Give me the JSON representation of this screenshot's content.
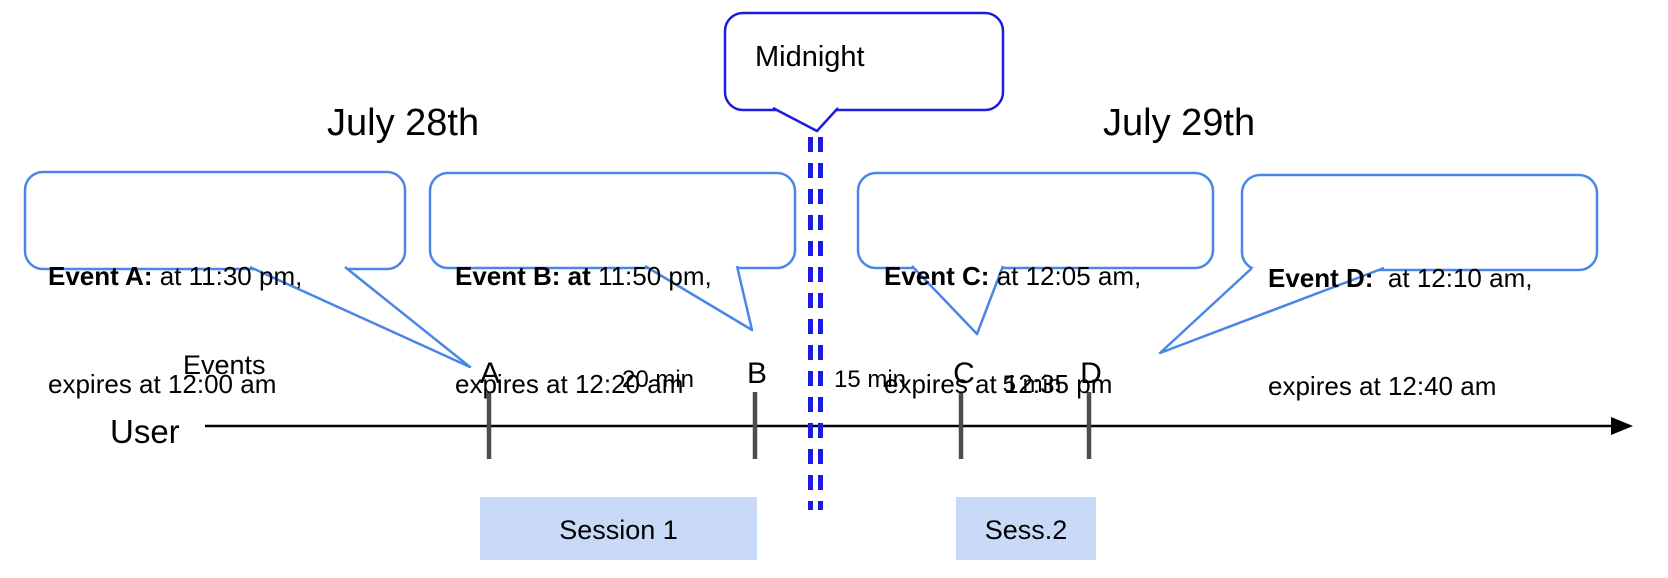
{
  "dates": {
    "left": "July 28th",
    "right": "July 29th"
  },
  "midnight": {
    "label": "Midnight"
  },
  "axis": {
    "events_label": "Events",
    "user_label": "User"
  },
  "callouts": [
    {
      "tick_label": "A",
      "bold": "Event A:",
      "line1_rest": " at 11:30 pm,",
      "line2": "expires at 12:00 am"
    },
    {
      "tick_label": "B",
      "bold": "Event B: at",
      "line1_rest": " 11:50 pm,",
      "line2": "expires at 12:20 am"
    },
    {
      "tick_label": "C",
      "bold": "Event C:",
      "line1_rest": " at 12:05 am,",
      "line2": "expires at 12:35 pm"
    },
    {
      "tick_label": "D",
      "bold": "Event D:",
      "line1_rest": "  at 12:10 am,",
      "line2": "expires at 12:40 am"
    }
  ],
  "intervals": {
    "ab": "20 min",
    "bc": "15 min",
    "cd": "5 min"
  },
  "sessions": {
    "first": "Session 1",
    "second": "Sess.2"
  },
  "colors": {
    "callout_border": "#4a86e8",
    "midnight_blue": "#1c1ce0",
    "session_bg": "#c9daf8",
    "tick_gray": "#4d4d4d",
    "timeline": "#000000"
  }
}
